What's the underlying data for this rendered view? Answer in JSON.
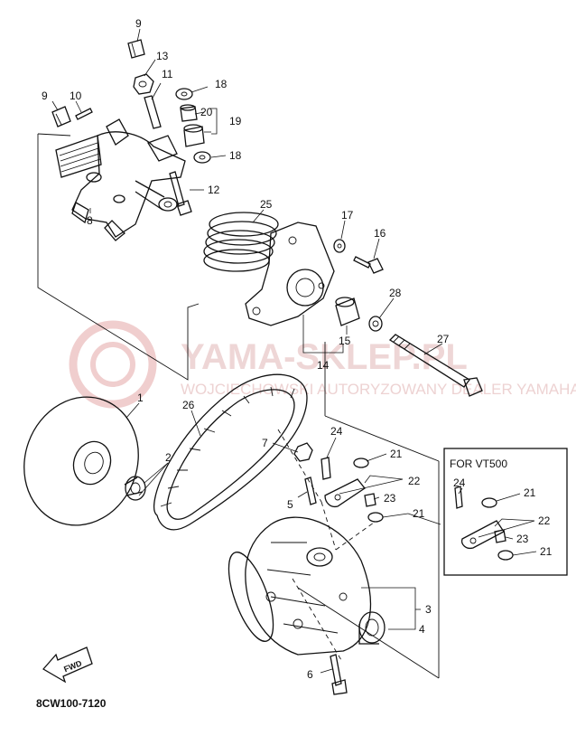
{
  "diagram_code": "8CW100-7120",
  "inset_title": "FOR VT500",
  "fwd_arrow": "FWD",
  "watermark": {
    "main": "YAMA-SKLEP.PL",
    "sub": "WOJCIECHOWSKI AUTORYZOWANY DEALER YAMAHA",
    "logo": "yamaha-logo"
  },
  "callouts": {
    "c1": "1",
    "c2": "2",
    "c3": "3",
    "c4": "4",
    "c5": "5",
    "c6": "6",
    "c7": "7",
    "c8": "8",
    "c9a": "9",
    "c9b": "9",
    "c10": "10",
    "c11": "11",
    "c12": "12",
    "c13": "13",
    "c14": "14",
    "c15": "15",
    "c16": "16",
    "c17": "17",
    "c18a": "18",
    "c18b": "18",
    "c19": "19",
    "c20": "20",
    "c21a": "21",
    "c21b": "21",
    "c22": "22",
    "c23": "23",
    "c24": "24",
    "c25": "25",
    "c26": "26",
    "c27": "27",
    "c28": "28",
    "i21a": "21",
    "i21b": "21",
    "i22": "22",
    "i23": "23",
    "i24": "24"
  }
}
